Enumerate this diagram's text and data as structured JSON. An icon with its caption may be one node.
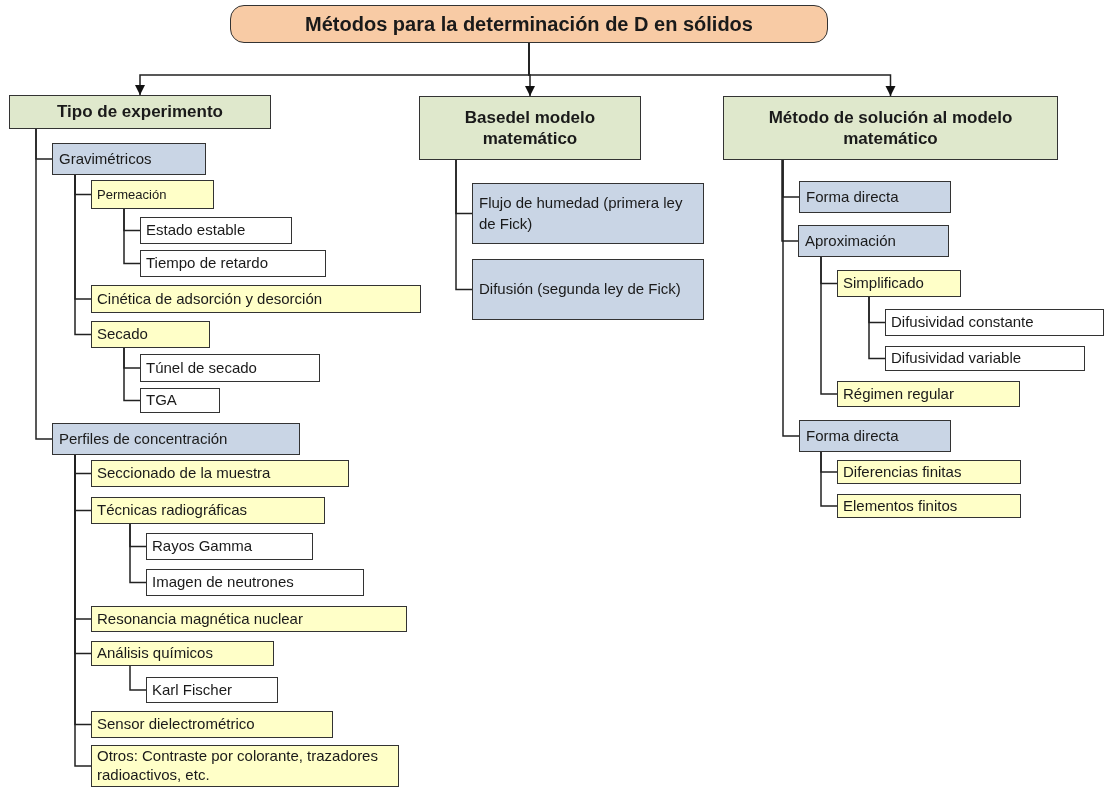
{
  "diagram": {
    "nodes": [
      {
        "text": [
          "Métodos para la determinación de D en sólidos"
        ]
      },
      {
        "text": [
          "Tipo de experimento"
        ]
      },
      {
        "text": [
          "Gravimétricos"
        ]
      },
      {
        "text": [
          "Permeación"
        ]
      },
      {
        "text": [
          "Estado estable"
        ]
      },
      {
        "text": [
          "Tiempo de retardo"
        ]
      },
      {
        "text": [
          "Cinética de adsorción y desorción"
        ]
      },
      {
        "text": [
          "Secado"
        ]
      },
      {
        "text": [
          "Túnel de secado"
        ]
      },
      {
        "text": [
          "TGA"
        ]
      },
      {
        "text": [
          "Perfiles de concentración"
        ]
      },
      {
        "text": [
          "Seccionado de la muestra"
        ]
      },
      {
        "text": [
          "Técnicas radiográficas"
        ]
      },
      {
        "text": [
          "Rayos Gamma"
        ]
      },
      {
        "text": [
          "Imagen de neutrones"
        ]
      },
      {
        "text": [
          "Resonancia magnética nuclear"
        ]
      },
      {
        "text": [
          "Análisis químicos"
        ]
      },
      {
        "text": [
          "Karl Fischer"
        ]
      },
      {
        "text": [
          "Sensor dielectrométrico"
        ]
      },
      {
        "text": [
          "Otros: Contraste por colorante, trazadores radioactivos, etc."
        ]
      },
      {
        "text": [
          "Basedel modelo matemático"
        ]
      },
      {
        "text": [
          "Flujo de humedad (primera ley de Fick)"
        ]
      },
      {
        "text": [
          "Difusión (segunda ley de Fick)"
        ]
      },
      {
        "text": [
          "Método de solución al modelo matemático"
        ]
      },
      {
        "text": [
          "Forma directa"
        ]
      },
      {
        "text": [
          "Aproximación"
        ]
      },
      {
        "text": [
          "Simplificado"
        ]
      },
      {
        "text": [
          "Difusividad constante"
        ]
      },
      {
        "text": [
          "Difusividad variable"
        ]
      },
      {
        "text": [
          "Régimen regular"
        ]
      },
      {
        "text": [
          "Forma directa"
        ]
      },
      {
        "text": [
          "Diferencias finitas"
        ]
      },
      {
        "text": [
          "Elementos finitos"
        ]
      }
    ],
    "edges": [
      {
        "from": 0,
        "to": 1,
        "arrow": "to"
      },
      {
        "from": 0,
        "to": 20,
        "arrow": "to"
      },
      {
        "from": 0,
        "to": 23,
        "arrow": "to"
      },
      {
        "from": 1,
        "to": 2,
        "arrow": "none"
      },
      {
        "from": 2,
        "to": 3,
        "arrow": "none"
      },
      {
        "from": 3,
        "to": 4,
        "arrow": "none"
      },
      {
        "from": 3,
        "to": 5,
        "arrow": "none"
      },
      {
        "from": 2,
        "to": 6,
        "arrow": "none"
      },
      {
        "from": 2,
        "to": 7,
        "arrow": "none"
      },
      {
        "from": 7,
        "to": 8,
        "arrow": "none"
      },
      {
        "from": 7,
        "to": 9,
        "arrow": "none"
      },
      {
        "from": 1,
        "to": 10,
        "arrow": "none"
      },
      {
        "from": 10,
        "to": 11,
        "arrow": "none"
      },
      {
        "from": 10,
        "to": 12,
        "arrow": "none"
      },
      {
        "from": 12,
        "to": 13,
        "arrow": "none"
      },
      {
        "from": 12,
        "to": 14,
        "arrow": "none"
      },
      {
        "from": 10,
        "to": 15,
        "arrow": "none"
      },
      {
        "from": 10,
        "to": 16,
        "arrow": "none"
      },
      {
        "from": 16,
        "to": 17,
        "arrow": "none"
      },
      {
        "from": 10,
        "to": 18,
        "arrow": "none"
      },
      {
        "from": 10,
        "to": 19,
        "arrow": "none"
      },
      {
        "from": 20,
        "to": 21,
        "arrow": "none"
      },
      {
        "from": 20,
        "to": 22,
        "arrow": "none"
      },
      {
        "from": 23,
        "to": 24,
        "arrow": "none"
      },
      {
        "from": 23,
        "to": 25,
        "arrow": "none"
      },
      {
        "from": 25,
        "to": 26,
        "arrow": "none"
      },
      {
        "from": 26,
        "to": 27,
        "arrow": "none"
      },
      {
        "from": 26,
        "to": 28,
        "arrow": "none"
      },
      {
        "from": 25,
        "to": 29,
        "arrow": "none"
      },
      {
        "from": 23,
        "to": 30,
        "arrow": "none"
      },
      {
        "from": 30,
        "to": 31,
        "arrow": "none"
      },
      {
        "from": 30,
        "to": 32,
        "arrow": "none"
      }
    ]
  }
}
